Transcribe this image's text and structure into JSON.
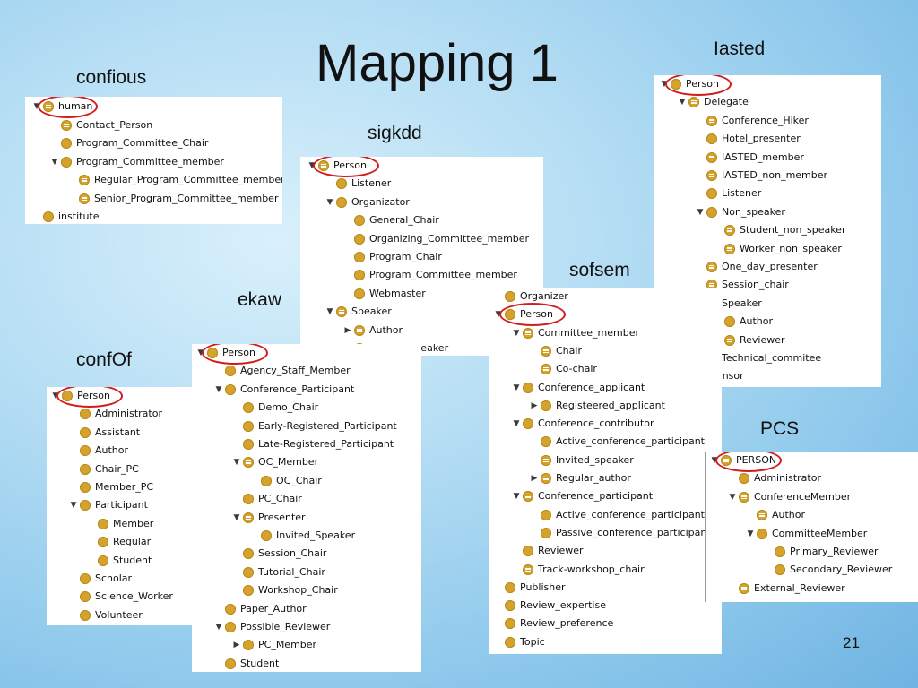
{
  "title": "Mapping 1",
  "page_number": "21",
  "colors": {
    "node_icon": "#d5a32b",
    "highlight_ring": "#d21b1b"
  },
  "panels": [
    {
      "id": "confious",
      "label": "confious",
      "nodes": [
        {
          "text": "human",
          "depth": 0,
          "toggle": "expanded",
          "icon": "equivalent"
        },
        {
          "text": "Contact_Person",
          "depth": 1,
          "toggle": "none",
          "icon": "equivalent"
        },
        {
          "text": "Program_Committee_Chair",
          "depth": 1,
          "toggle": "none",
          "icon": "class"
        },
        {
          "text": "Program_Committee_member",
          "depth": 1,
          "toggle": "expanded",
          "icon": "class"
        },
        {
          "text": "Regular_Program_Committee_member",
          "depth": 2,
          "toggle": "none",
          "icon": "equivalent"
        },
        {
          "text": "Senior_Program_Committee_member",
          "depth": 2,
          "toggle": "none",
          "icon": "equivalent"
        },
        {
          "text": "institute",
          "depth": 0,
          "toggle": "none",
          "icon": "class"
        }
      ]
    },
    {
      "id": "sigkdd",
      "label": "sigkdd",
      "nodes": [
        {
          "text": "Person",
          "depth": 0,
          "toggle": "expanded",
          "icon": "equivalent"
        },
        {
          "text": "Listener",
          "depth": 1,
          "toggle": "none",
          "icon": "class"
        },
        {
          "text": "Organizator",
          "depth": 1,
          "toggle": "expanded",
          "icon": "class"
        },
        {
          "text": "General_Chair",
          "depth": 2,
          "toggle": "none",
          "icon": "class"
        },
        {
          "text": "Organizing_Committee_member",
          "depth": 2,
          "toggle": "none",
          "icon": "class"
        },
        {
          "text": "Program_Chair",
          "depth": 2,
          "toggle": "none",
          "icon": "class"
        },
        {
          "text": "Program_Committee_member",
          "depth": 2,
          "toggle": "none",
          "icon": "class"
        },
        {
          "text": "Webmaster",
          "depth": 2,
          "toggle": "none",
          "icon": "class"
        },
        {
          "text": "Speaker",
          "depth": 1,
          "toggle": "expanded",
          "icon": "equivalent"
        },
        {
          "text": "Author",
          "depth": 2,
          "toggle": "collapsed",
          "icon": "equivalent"
        },
        {
          "text": "Invited_Speaker",
          "depth": 2,
          "toggle": "none",
          "icon": "class"
        }
      ]
    },
    {
      "id": "iasted",
      "label": "Iasted",
      "nodes": [
        {
          "text": "Person",
          "depth": 0,
          "toggle": "expanded",
          "icon": "class"
        },
        {
          "text": "Delegate",
          "depth": 1,
          "toggle": "expanded",
          "icon": "equivalent"
        },
        {
          "text": "Conference_Hiker",
          "depth": 2,
          "toggle": "none",
          "icon": "equivalent"
        },
        {
          "text": "Hotel_presenter",
          "depth": 2,
          "toggle": "none",
          "icon": "class"
        },
        {
          "text": "IASTED_member",
          "depth": 2,
          "toggle": "none",
          "icon": "equivalent"
        },
        {
          "text": "IASTED_non_member",
          "depth": 2,
          "toggle": "none",
          "icon": "equivalent"
        },
        {
          "text": "Listener",
          "depth": 2,
          "toggle": "none",
          "icon": "class"
        },
        {
          "text": "Non_speaker",
          "depth": 2,
          "toggle": "expanded",
          "icon": "class"
        },
        {
          "text": "Student_non_speaker",
          "depth": 3,
          "toggle": "none",
          "icon": "equivalent"
        },
        {
          "text": "Worker_non_speaker",
          "depth": 3,
          "toggle": "none",
          "icon": "equivalent"
        },
        {
          "text": "One_day_presenter",
          "depth": 2,
          "toggle": "none",
          "icon": "equivalent"
        },
        {
          "text": "Session_chair",
          "depth": 2,
          "toggle": "none",
          "icon": "equivalent"
        },
        {
          "text": "Speaker",
          "depth": 2,
          "toggle": "none",
          "icon": "class"
        },
        {
          "text": "Author",
          "depth": 3,
          "toggle": "none",
          "icon": "class"
        },
        {
          "text": "Reviewer",
          "depth": 3,
          "toggle": "none",
          "icon": "equivalent"
        },
        {
          "text": "Technical_commitee",
          "depth": 2,
          "toggle": "none",
          "icon": "class"
        },
        {
          "text": "Sponsor",
          "depth": 1,
          "toggle": "none",
          "icon": "class"
        }
      ]
    },
    {
      "id": "ekaw",
      "label": "ekaw",
      "nodes": [
        {
          "text": "Person",
          "depth": 0,
          "toggle": "expanded",
          "icon": "class"
        },
        {
          "text": "Agency_Staff_Member",
          "depth": 1,
          "toggle": "none",
          "icon": "class"
        },
        {
          "text": "Conference_Participant",
          "depth": 1,
          "toggle": "expanded",
          "icon": "class"
        },
        {
          "text": "Demo_Chair",
          "depth": 2,
          "toggle": "none",
          "icon": "class"
        },
        {
          "text": "Early-Registered_Participant",
          "depth": 2,
          "toggle": "none",
          "icon": "class"
        },
        {
          "text": "Late-Registered_Participant",
          "depth": 2,
          "toggle": "none",
          "icon": "class"
        },
        {
          "text": "OC_Member",
          "depth": 2,
          "toggle": "expanded",
          "icon": "equivalent"
        },
        {
          "text": "OC_Chair",
          "depth": 3,
          "toggle": "none",
          "icon": "class"
        },
        {
          "text": "PC_Chair",
          "depth": 2,
          "toggle": "none",
          "icon": "class"
        },
        {
          "text": "Presenter",
          "depth": 2,
          "toggle": "expanded",
          "icon": "equivalent"
        },
        {
          "text": "Invited_Speaker",
          "depth": 3,
          "toggle": "none",
          "icon": "class"
        },
        {
          "text": "Session_Chair",
          "depth": 2,
          "toggle": "none",
          "icon": "class"
        },
        {
          "text": "Tutorial_Chair",
          "depth": 2,
          "toggle": "none",
          "icon": "class"
        },
        {
          "text": "Workshop_Chair",
          "depth": 2,
          "toggle": "none",
          "icon": "class"
        },
        {
          "text": "Paper_Author",
          "depth": 1,
          "toggle": "none",
          "icon": "class"
        },
        {
          "text": "Possible_Reviewer",
          "depth": 1,
          "toggle": "expanded",
          "icon": "class"
        },
        {
          "text": "PC_Member",
          "depth": 2,
          "toggle": "collapsed",
          "icon": "class"
        },
        {
          "text": "Student",
          "depth": 1,
          "toggle": "none",
          "icon": "class"
        }
      ]
    },
    {
      "id": "confof",
      "label": "confOf",
      "nodes": [
        {
          "text": "Person",
          "depth": 0,
          "toggle": "expanded",
          "icon": "class"
        },
        {
          "text": "Administrator",
          "depth": 1,
          "toggle": "none",
          "icon": "class"
        },
        {
          "text": "Assistant",
          "depth": 1,
          "toggle": "none",
          "icon": "class"
        },
        {
          "text": "Author",
          "depth": 1,
          "toggle": "none",
          "icon": "class"
        },
        {
          "text": "Chair_PC",
          "depth": 1,
          "toggle": "none",
          "icon": "class"
        },
        {
          "text": "Member_PC",
          "depth": 1,
          "toggle": "none",
          "icon": "class"
        },
        {
          "text": "Participant",
          "depth": 1,
          "toggle": "expanded",
          "icon": "class"
        },
        {
          "text": "Member",
          "depth": 2,
          "toggle": "none",
          "icon": "class"
        },
        {
          "text": "Regular",
          "depth": 2,
          "toggle": "none",
          "icon": "class"
        },
        {
          "text": "Student",
          "depth": 2,
          "toggle": "none",
          "icon": "class"
        },
        {
          "text": "Scholar",
          "depth": 1,
          "toggle": "none",
          "icon": "class"
        },
        {
          "text": "Science_Worker",
          "depth": 1,
          "toggle": "none",
          "icon": "class"
        },
        {
          "text": "Volunteer",
          "depth": 1,
          "toggle": "none",
          "icon": "class"
        }
      ]
    },
    {
      "id": "sofsem",
      "label": "sofsem",
      "nodes": [
        {
          "text": "Organizer",
          "depth": 0,
          "toggle": "none",
          "icon": "class"
        },
        {
          "text": "Person",
          "depth": 0,
          "toggle": "expanded",
          "icon": "class"
        },
        {
          "text": "Committee_member",
          "depth": 1,
          "toggle": "expanded",
          "icon": "equivalent"
        },
        {
          "text": "Chair",
          "depth": 2,
          "toggle": "none",
          "icon": "equivalent"
        },
        {
          "text": "Co-chair",
          "depth": 2,
          "toggle": "none",
          "icon": "equivalent"
        },
        {
          "text": "Conference_applicant",
          "depth": 1,
          "toggle": "expanded",
          "icon": "class"
        },
        {
          "text": "Registeered_applicant",
          "depth": 2,
          "toggle": "collapsed",
          "icon": "class"
        },
        {
          "text": "Conference_contributor",
          "depth": 1,
          "toggle": "expanded",
          "icon": "class"
        },
        {
          "text": "Active_conference_participant",
          "depth": 2,
          "toggle": "none",
          "icon": "class"
        },
        {
          "text": "Invited_speaker",
          "depth": 2,
          "toggle": "none",
          "icon": "equivalent"
        },
        {
          "text": "Regular_author",
          "depth": 2,
          "toggle": "collapsed",
          "icon": "equivalent"
        },
        {
          "text": "Conference_participant",
          "depth": 1,
          "toggle": "expanded",
          "icon": "equivalent"
        },
        {
          "text": "Active_conference_participant",
          "depth": 2,
          "toggle": "none",
          "icon": "class"
        },
        {
          "text": "Passive_conference_participant",
          "depth": 2,
          "toggle": "none",
          "icon": "class"
        },
        {
          "text": "Reviewer",
          "depth": 1,
          "toggle": "none",
          "icon": "class"
        },
        {
          "text": "Track-workshop_chair",
          "depth": 1,
          "toggle": "none",
          "icon": "equivalent"
        },
        {
          "text": "Publisher",
          "depth": 0,
          "toggle": "none",
          "icon": "class"
        },
        {
          "text": "Review_expertise",
          "depth": 0,
          "toggle": "none",
          "icon": "class"
        },
        {
          "text": "Review_preference",
          "depth": 0,
          "toggle": "none",
          "icon": "class"
        },
        {
          "text": "Topic",
          "depth": 0,
          "toggle": "none",
          "icon": "class"
        }
      ]
    },
    {
      "id": "pcs",
      "label": "PCS",
      "nodes": [
        {
          "text": "PERSON",
          "depth": 0,
          "toggle": "expanded",
          "icon": "equivalent"
        },
        {
          "text": "Administrator",
          "depth": 1,
          "toggle": "none",
          "icon": "class"
        },
        {
          "text": "ConferenceMember",
          "depth": 1,
          "toggle": "expanded",
          "icon": "equivalent"
        },
        {
          "text": "Author",
          "depth": 2,
          "toggle": "none",
          "icon": "equivalent"
        },
        {
          "text": "CommitteeMember",
          "depth": 2,
          "toggle": "expanded",
          "icon": "class"
        },
        {
          "text": "Primary_Reviewer",
          "depth": 3,
          "toggle": "none",
          "icon": "class"
        },
        {
          "text": "Secondary_Reviewer",
          "depth": 3,
          "toggle": "none",
          "icon": "class"
        },
        {
          "text": "External_Reviewer",
          "depth": 1,
          "toggle": "none",
          "icon": "equivalent"
        }
      ]
    }
  ]
}
